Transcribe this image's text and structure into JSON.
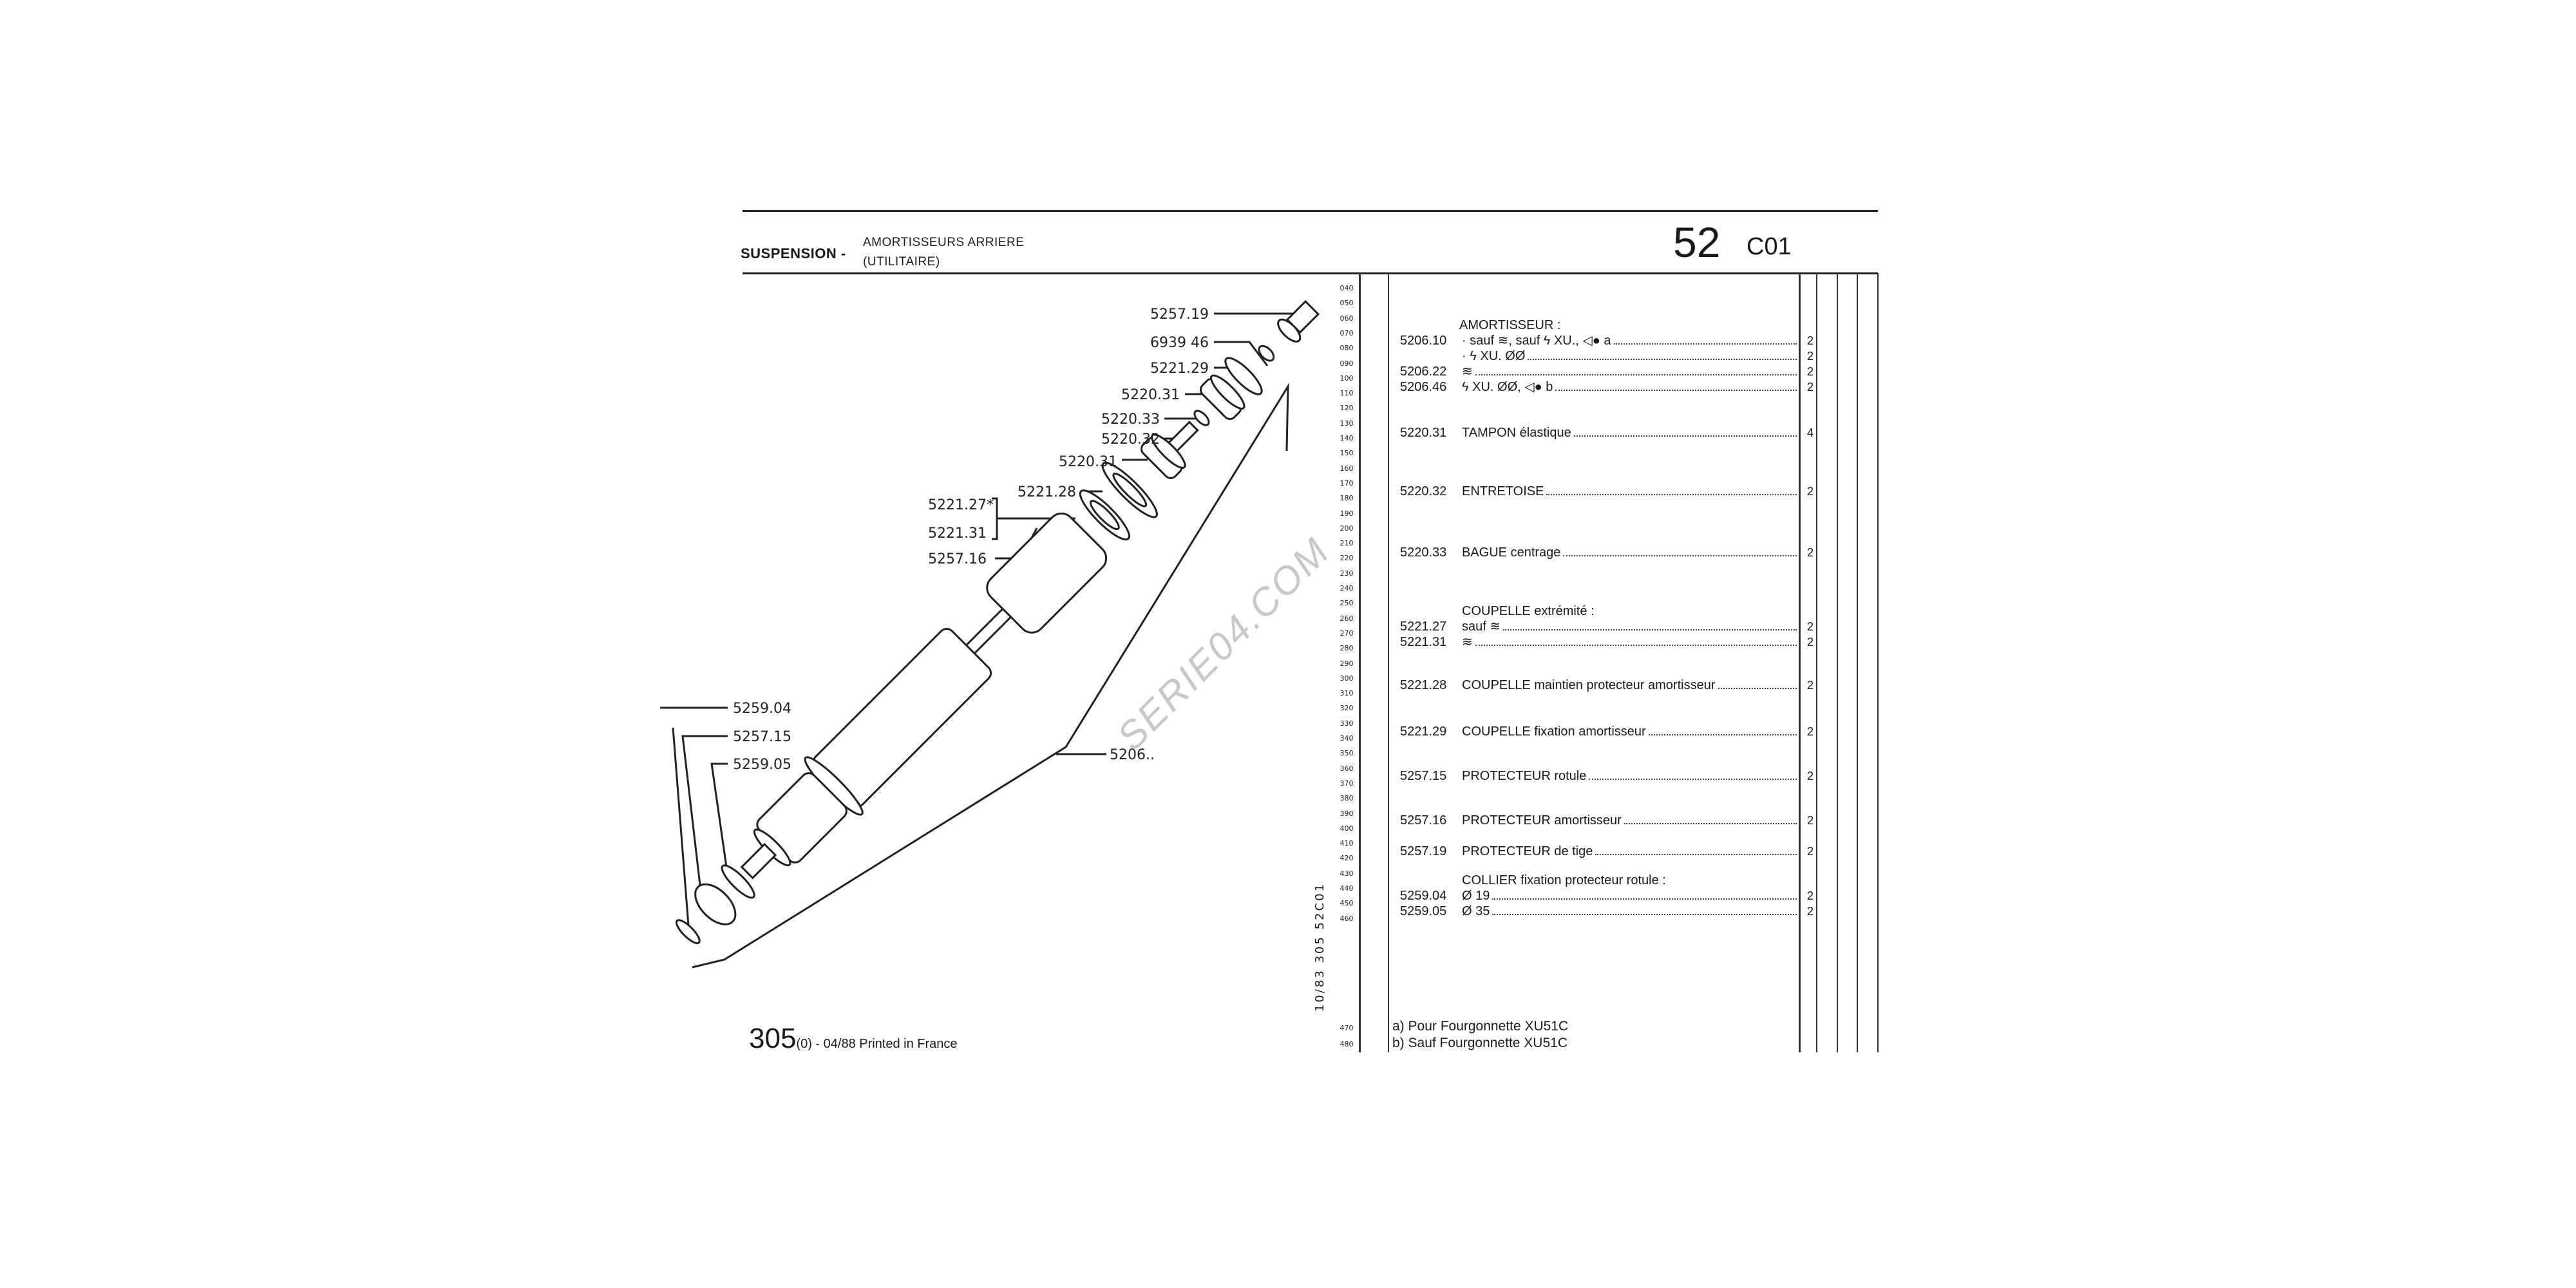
{
  "header": {
    "section": "SUSPENSION -",
    "title_line1": "AMORTISSEURS ARRIERE",
    "title_line2": "(UTILITAIRE)",
    "group_number": "52",
    "page_code": "C01"
  },
  "line_numbers": [
    "040",
    "050",
    "060",
    "070",
    "080",
    "090",
    "100",
    "110",
    "120",
    "130",
    "140",
    "150",
    "160",
    "170",
    "180",
    "190",
    "200",
    "210",
    "220",
    "230",
    "240",
    "250",
    "260",
    "270",
    "280",
    "290",
    "300",
    "310",
    "320",
    "330",
    "340",
    "350",
    "360",
    "370",
    "380",
    "390",
    "400",
    "410",
    "420",
    "430",
    "440",
    "450",
    "460"
  ],
  "line_numbers_bottom": [
    "470",
    "480"
  ],
  "side_code": "10/83  305  52C01",
  "parts": {
    "h_amortisseur": "AMORTISSEUR :",
    "h_coupelle": "COUPELLE extrémité :",
    "h_collier": "COLLIER fixation protecteur rotule :",
    "rows": [
      {
        "pn": "5206.10",
        "desc": "· sauf ≋, sauf ϟ XU., ◁● a",
        "qty": "2"
      },
      {
        "pn": "",
        "desc": "· ϟ XU. ØØ",
        "qty": "2"
      },
      {
        "pn": "5206.22",
        "desc": "≋",
        "qty": "2"
      },
      {
        "pn": "5206.46",
        "desc": "ϟ XU. ØØ, ◁● b",
        "qty": "2"
      },
      {
        "pn": "5220.31",
        "desc": "TAMPON élastique",
        "qty": "4"
      },
      {
        "pn": "5220.32",
        "desc": "ENTRETOISE",
        "qty": "2"
      },
      {
        "pn": "5220.33",
        "desc": "BAGUE centrage",
        "qty": "2"
      },
      {
        "pn": "5221.27",
        "desc": "sauf ≋",
        "qty": "2"
      },
      {
        "pn": "5221.31",
        "desc": "≋",
        "qty": "2"
      },
      {
        "pn": "5221.28",
        "desc": "COUPELLE maintien protecteur amortisseur",
        "qty": "2"
      },
      {
        "pn": "5221.29",
        "desc": "COUPELLE fixation amortisseur",
        "qty": "2"
      },
      {
        "pn": "5257.15",
        "desc": "PROTECTEUR rotule",
        "qty": "2"
      },
      {
        "pn": "5257.16",
        "desc": "PROTECTEUR amortisseur",
        "qty": "2"
      },
      {
        "pn": "5257.19",
        "desc": "PROTECTEUR de tige",
        "qty": "2"
      },
      {
        "pn": "5259.04",
        "desc": "Ø 19",
        "qty": "2"
      },
      {
        "pn": "5259.05",
        "desc": "Ø 35",
        "qty": "2"
      }
    ]
  },
  "footnotes": {
    "a": "a) Pour Fourgonnette XU51C",
    "b": "b) Sauf Fourgonnette XU51C"
  },
  "diagram_labels": {
    "l525719": "5257.19",
    "l693946": "6939 46",
    "l522129": "5221.29",
    "l522031a": "5220.31",
    "l522033": "5220.33",
    "l522032": "5220.32",
    "l522031b": "5220.31",
    "l522128": "5221.28",
    "l522127": "5221.27*",
    "l522131": "5221.31",
    "l525716": "5257.16",
    "l525904": "5259.04",
    "l525715": "5257.15",
    "l525905": "5259.05",
    "l5206": "5206.."
  },
  "footer": {
    "model": "305",
    "info": "(0) - 04/88 Printed in France"
  },
  "watermark": "SERIE04.COM"
}
